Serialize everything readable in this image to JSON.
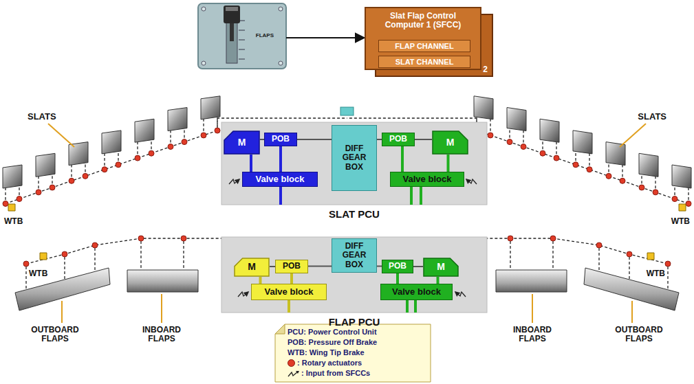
{
  "diagram": {
    "nodes": [
      {
        "text": [
          "FLAPS"
        ]
      },
      {
        "text": [
          "Slat Flap Control Computer 1 (SFCC)"
        ]
      },
      {
        "text": [
          "FLAP CHANNEL"
        ],
        "in": 1
      },
      {
        "text": [
          "SLAT CHANNEL"
        ],
        "in": 1
      },
      {
        "text": [
          "2"
        ]
      },
      {
        "text": [
          "SLAT PCU"
        ]
      },
      {
        "text": [
          "M"
        ],
        "in": 5
      },
      {
        "text": [
          "POB"
        ],
        "in": 5
      },
      {
        "text": [
          "DIFF GEAR BOX"
        ],
        "in": 5
      },
      {
        "text": [
          "POB"
        ],
        "in": 5
      },
      {
        "text": [
          "M"
        ],
        "in": 5
      },
      {
        "text": [
          "Valve block"
        ],
        "in": 5
      },
      {
        "text": [
          "Valve block"
        ],
        "in": 5
      },
      {
        "text": [
          "FLAP PCU"
        ]
      },
      {
        "text": [
          "M"
        ],
        "in": 13
      },
      {
        "text": [
          "POB"
        ],
        "in": 13
      },
      {
        "text": [
          "DIFF GEAR BOX"
        ],
        "in": 13
      },
      {
        "text": [
          "POB"
        ],
        "in": 13
      },
      {
        "text": [
          "M"
        ],
        "in": 13
      },
      {
        "text": [
          "Valve block"
        ],
        "in": 13
      },
      {
        "text": [
          "Valve block"
        ],
        "in": 13
      }
    ],
    "edges": [
      {
        "from": 0,
        "to": 1,
        "arrow": "to"
      },
      {
        "from": 6,
        "to": 7,
        "arrow": "none"
      },
      {
        "from": 7,
        "to": 8,
        "arrow": "none"
      },
      {
        "from": 8,
        "to": 9,
        "arrow": "none"
      },
      {
        "from": 9,
        "to": 10,
        "arrow": "none"
      },
      {
        "from": 11,
        "to": 6,
        "arrow": "none"
      },
      {
        "from": 11,
        "to": 7,
        "arrow": "none"
      },
      {
        "from": 12,
        "to": 9,
        "arrow": "none"
      },
      {
        "from": 12,
        "to": 10,
        "arrow": "none"
      },
      {
        "from": 14,
        "to": 15,
        "arrow": "none"
      },
      {
        "from": 15,
        "to": 16,
        "arrow": "none"
      },
      {
        "from": 16,
        "to": 17,
        "arrow": "none"
      },
      {
        "from": 17,
        "to": 18,
        "arrow": "none"
      },
      {
        "from": 19,
        "to": 14,
        "arrow": "none"
      },
      {
        "from": 19,
        "to": 15,
        "arrow": "none"
      },
      {
        "from": 20,
        "to": 17,
        "arrow": "none"
      },
      {
        "from": 20,
        "to": 18,
        "arrow": "none"
      }
    ],
    "labels": [
      "SLATS",
      "SLATS",
      "WTB",
      "WTB",
      "WTB",
      "WTB",
      "OUTBOARD FLAPS",
      "INBOARD FLAPS",
      "INBOARD FLAPS",
      "OUTBOARD FLAPS"
    ],
    "legend": [
      {
        "text": "PCU: Power Control Unit"
      },
      {
        "text": "POB: Pressure Off Brake"
      },
      {
        "text": "WTB: Wing Tip Brake"
      },
      {
        "text": ": Rotary actuators",
        "color": "#e03c28"
      },
      {
        "text": ": Input from SFCCs"
      }
    ]
  }
}
